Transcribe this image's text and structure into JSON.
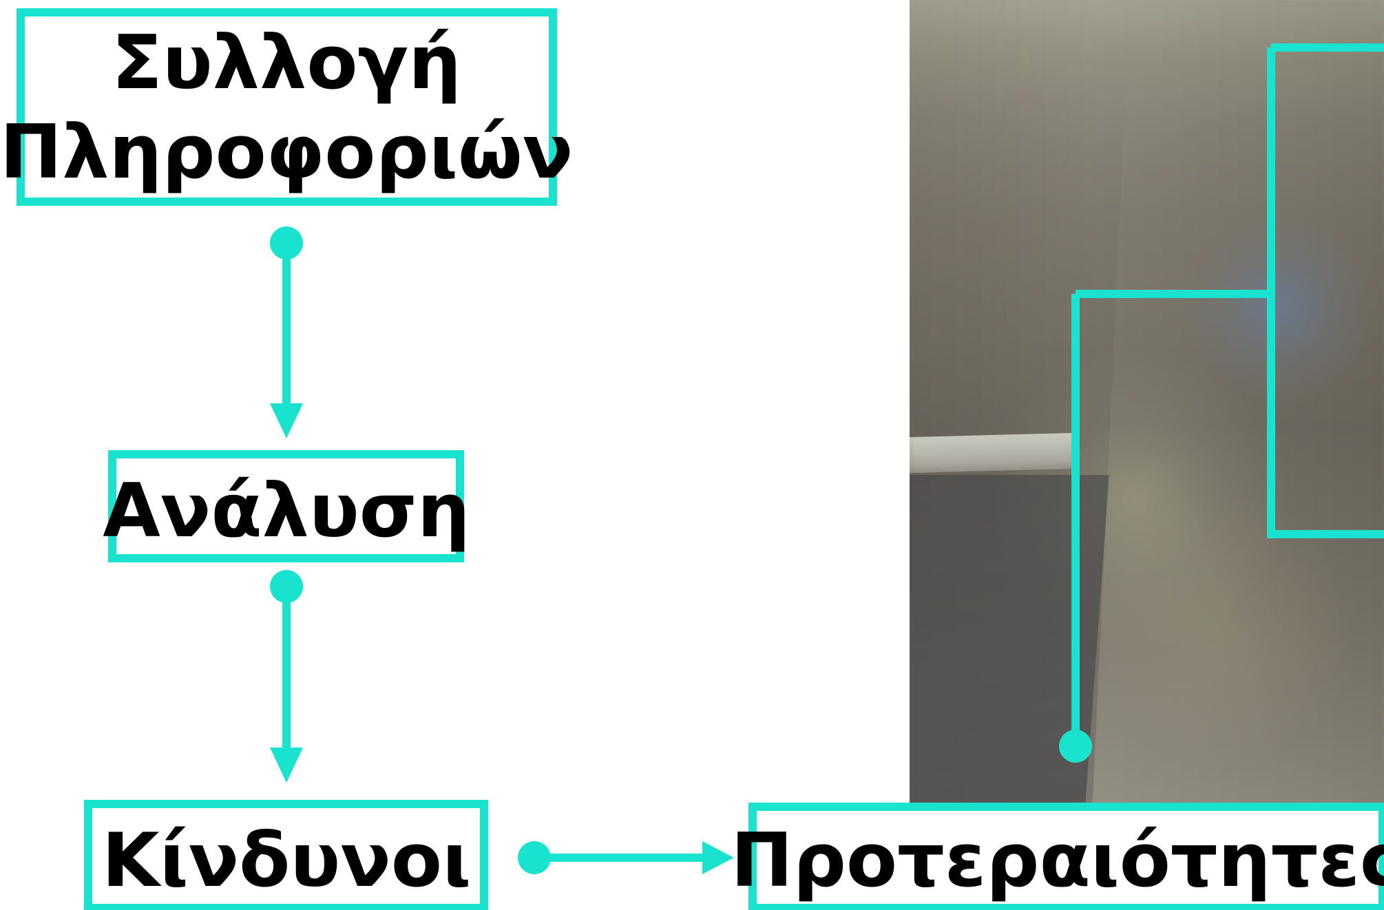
{
  "diagram": {
    "nodes": {
      "collect": "Συλλογή Πληροφοριών",
      "analysis": "Ανάλυση",
      "risks": "Κίνδυνοι",
      "priorities": "Προτεραιότητες"
    },
    "colors": {
      "accent": "#19e3cf",
      "text": "#000000",
      "photo": "#8b8579"
    }
  }
}
